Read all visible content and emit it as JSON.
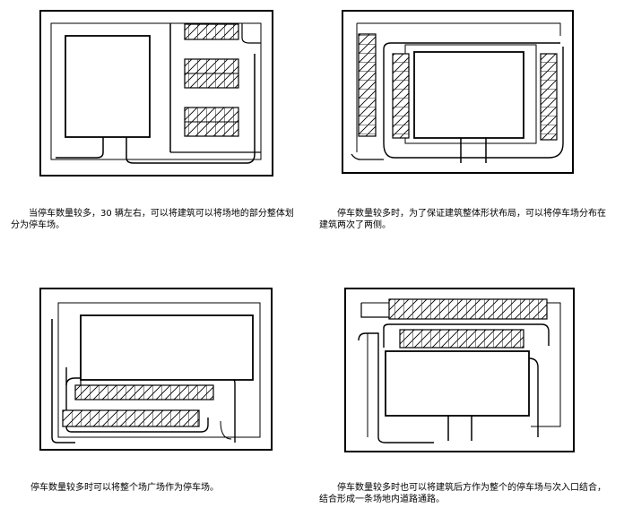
{
  "panels": [
    {
      "caption": "当停车数量较多，30 辆左右，可以将建筑可以将场地的部分整体划分为停车场。"
    },
    {
      "caption": "停车数量较多时，为了保证建筑整体形状布局，可以将停车场分布在建筑两次了两侧。"
    },
    {
      "caption": "停车数量较多时可以将整个场广场作为停车场。"
    },
    {
      "caption": "停车数量较多时也可以将建筑后方作为整个的停车场与次入口结合，结合形成一条场地内道路通路。"
    }
  ]
}
